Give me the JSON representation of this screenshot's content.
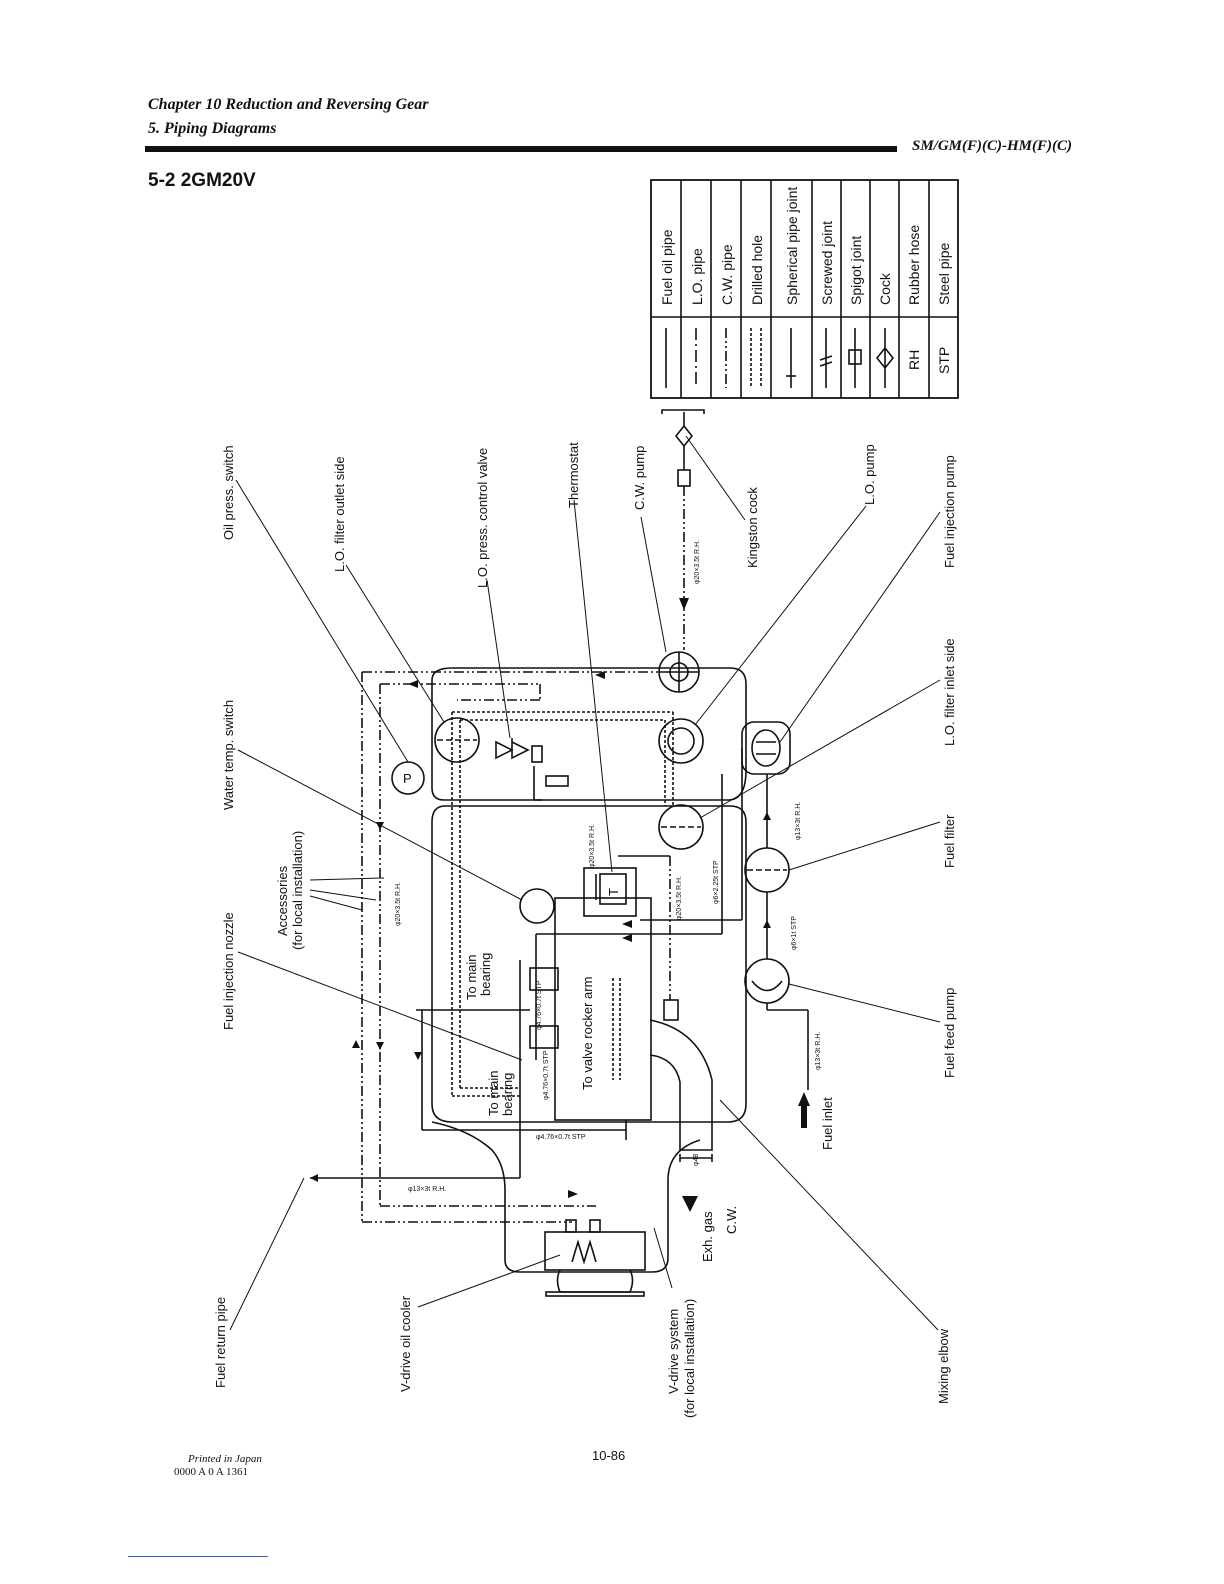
{
  "header": {
    "chapter": "Chapter 10 Reduction and Reversing Gear",
    "section": "5. Piping Diagrams",
    "model": "SM/GM(F)(C)-HM(F)(C)"
  },
  "section_title": "5-2 2GM20V",
  "legend": [
    {
      "symbol_text": "",
      "line": "solid",
      "label": "Fuel oil pipe"
    },
    {
      "symbol_text": "",
      "line": "dashdot",
      "label": "L.O. pipe"
    },
    {
      "symbol_text": "",
      "line": "dashdotdot",
      "label": "C.W. pipe"
    },
    {
      "symbol_text": "",
      "line": "drilled",
      "label": "Drilled hole"
    },
    {
      "symbol_text": "",
      "line": "spherical",
      "label": "Spherical pipe joint"
    },
    {
      "symbol_text": "",
      "line": "screwed",
      "label": "Screwed joint"
    },
    {
      "symbol_text": "",
      "line": "spigot",
      "label": "Spigot joint"
    },
    {
      "symbol_text": "",
      "line": "cock",
      "label": "Cock"
    },
    {
      "symbol_text": "RH",
      "line": "text",
      "label": "Rubber hose"
    },
    {
      "symbol_text": "STP",
      "line": "text",
      "label": "Steel pipe"
    }
  ],
  "labels": {
    "oil_press_switch": "Oil press. switch",
    "lo_filter_outlet": "L.O. filter outlet side",
    "lo_press_valve": "L.O. press. control valve",
    "thermostat": "Thermostat",
    "cw_pump": "C.W. pump",
    "kingston_cock": "Kingston cock",
    "lo_pump": "L.O. pump",
    "fuel_injection_pump": "Fuel injection pump",
    "water_temp_switch": "Water temp. switch",
    "accessories_1": "Accessories",
    "accessories_2": "(for local installation)",
    "lo_filter_inlet": "L.O. filter inlet side",
    "fuel_filter": "Fuel filter",
    "fuel_injection_nozzle": "Fuel injection nozzle",
    "to_main_bearing_1a": "To main",
    "to_main_bearing_1b": "bearing",
    "to_main_bearing_2a": "To main",
    "to_main_bearing_2b": "bearing",
    "to_valve_rocker_arm": "To valve rocker arm",
    "fuel_feed_pump": "Fuel feed pump",
    "fuel_inlet": "Fuel inlet",
    "exh_gas": "Exh. gas",
    "cw": "C.W.",
    "fuel_return_pipe": "Fuel return pipe",
    "v_drive_oil_cooler": "V-drive oil cooler",
    "v_drive_system_1": "V-drive system",
    "v_drive_system_2": "(for local installation)",
    "mixing_elbow": "Mixing elbow",
    "pipe_cw_inlet": "φ20×3.5t R.H.",
    "pipe_thermo_out": "φ20×3.5t R.H.",
    "pipe_thermo_a": "φ20×3.5t R.H.",
    "pipe_6x2_25": "φ6×2.25t STP",
    "pipe_filter_in": "φ13×3t R.H.",
    "pipe_6x1": "φ6×1t STP",
    "pipe_feed": "φ13×3t R.H.",
    "pipe_acc": "φ20×3.5t R.H.",
    "pipe_476_a": "φ4.76×0.7t STP",
    "pipe_476_b": "φ4.76×0.7t STP",
    "pipe_476_c": "φ4.76×0.7t STP",
    "pipe_return": "φ13×3t R.H.",
    "phi48": "φ48",
    "thermo_t": "T",
    "press_p": "P"
  },
  "footer": {
    "printed": "Printed in Japan",
    "code": "0000 A 0 A 1361",
    "page": "10-86"
  }
}
